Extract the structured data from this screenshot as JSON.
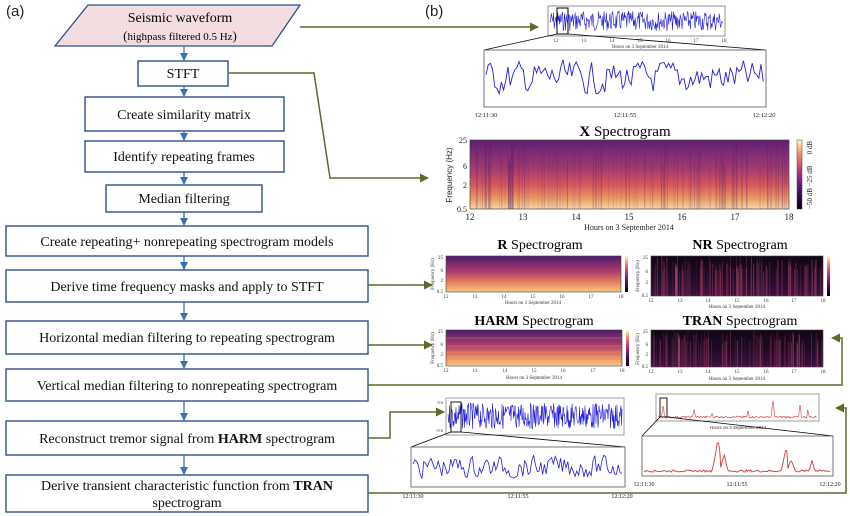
{
  "panels": {
    "a": "(a)",
    "b": "(b)"
  },
  "flow": {
    "input": {
      "title": "Seismic waveform",
      "subtitle_pre": "(",
      "subtitle_main": "highpass filtered 0.5 Hz",
      "subtitle_post": ")"
    },
    "steps": [
      {
        "text": "STFT"
      },
      {
        "text": "Create similarity matrix"
      },
      {
        "text": "Identify repeating frames"
      },
      {
        "text": "Median filtering"
      },
      {
        "text": "Create repeating+ nonrepeating spectrogram models"
      },
      {
        "text": "Derive time frequency masks and apply to STFT"
      },
      {
        "text": "Horizontal median filtering to repeating spectrogram"
      },
      {
        "text": "Vertical median filtering to nonrepeating spectrogram"
      },
      {
        "pre": "Reconstruct tremor signal from ",
        "bold": "HARM",
        "post": " spectrogram"
      },
      {
        "pre": "Derive transient characteristic function from ",
        "bold": "TRAN",
        "line2": "spectrogram"
      }
    ]
  },
  "waveform_top": {
    "xaxis_label": "Hours on 3 September 2014",
    "ticks": [
      "12",
      "13",
      "14",
      "15",
      "16",
      "17",
      "18"
    ],
    "zoom_ticks": [
      "12:11:30",
      "12:11:55",
      "12:12:20"
    ]
  },
  "x_spectrogram": {
    "title_bold": "X",
    "title_rest": " Spectrogram",
    "ylabel": "Frequency (Hz)",
    "yticks": [
      "25",
      "6",
      "2",
      "0.5"
    ],
    "xticks": [
      "12",
      "13",
      "14",
      "15",
      "16",
      "17",
      "18"
    ],
    "xlabel": "Hours on 3 September 2014",
    "colorbar_ticks": [
      "0 dB",
      "−25 dB",
      "−50 dB"
    ]
  },
  "small_spectrograms": [
    {
      "bold": "R",
      "rest": " Spectrogram"
    },
    {
      "bold": "NR",
      "rest": " Spectrogram"
    },
    {
      "bold": "HARM",
      "rest": " Spectrogram"
    },
    {
      "bold": "TRAN",
      "rest": " Spectrogram"
    }
  ],
  "small_axes": {
    "ylabel": "Frequency (Hz)",
    "yticks": [
      "25",
      "6",
      "2",
      "0.5"
    ],
    "xticks": [
      "12",
      "13",
      "14",
      "15",
      "16",
      "17",
      "18"
    ],
    "xlabel": "Hours on 3 September 2014"
  },
  "tremor_out": {
    "zoom_ticks": [
      "12:11:30",
      "12:11:55",
      "12:12:20"
    ],
    "yticks": [
      "0.6",
      "-0.6"
    ]
  },
  "transient_out": {
    "zoom_ticks": [
      "12:11:30",
      "12:11:55",
      "12:12:20"
    ],
    "xlabel": "Hours on 3 September 2014"
  },
  "colors": {
    "box_border": "#2f4f8f",
    "input_fill": "#f4dde0",
    "flow_arrow": "#3d6fb3",
    "olive_arrow": "#5a6b2a",
    "wave": "#1f1fdc",
    "transient": "#d23b3b"
  }
}
